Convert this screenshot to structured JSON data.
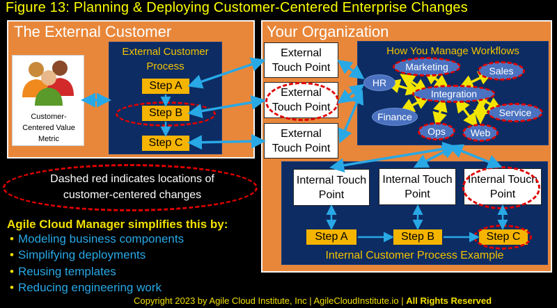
{
  "title": "Figure 13: Planning & Deploying Customer-Centered Enterprise Changes",
  "external_customer": {
    "title": "The External Customer",
    "metric_label": "Customer-Centered Value Metric",
    "process_title": "External Customer Process",
    "steps": [
      "Step A",
      "Step B",
      "Step C"
    ]
  },
  "organization": {
    "title": "Your Organization",
    "external_touch_points": [
      "External Touch Point",
      "External Touch Point",
      "External Touch Point"
    ],
    "workflows": {
      "title": "How You Manage Workflows",
      "nodes": [
        "Marketing",
        "Sales",
        "HR",
        "Integration",
        "Finance",
        "Service",
        "Ops",
        "Web"
      ]
    },
    "internal_touch_points": [
      "Internal Touch Point",
      "Internal Touch Point",
      "Internal Touch Point"
    ],
    "internal_steps": [
      "Step A",
      "Step B",
      "Step C"
    ],
    "internal_process_title": "Internal Customer Process Example"
  },
  "legend": {
    "text": "Dashed red indicates locations of customer-centered changes"
  },
  "acm": {
    "heading": "Agile Cloud Manager simplifies this by:",
    "bullets": [
      "Modeling business components",
      "Simplifying deployments",
      "Reusing templates",
      "Reducing engineering work"
    ]
  },
  "footer": {
    "copyright": "Copyright 2023 by Agile Cloud Institute, Inc | AgileCloudInstitute.io |",
    "rights": "All Rights Reserved"
  },
  "colors": {
    "background": "#000000",
    "panel_orange": "#e8873a",
    "navy": "#0c2c63",
    "step_gold": "#f5b400",
    "arrow_blue": "#29a8e6",
    "dash_red": "#e00000",
    "title_yellow": "#ffff00"
  }
}
